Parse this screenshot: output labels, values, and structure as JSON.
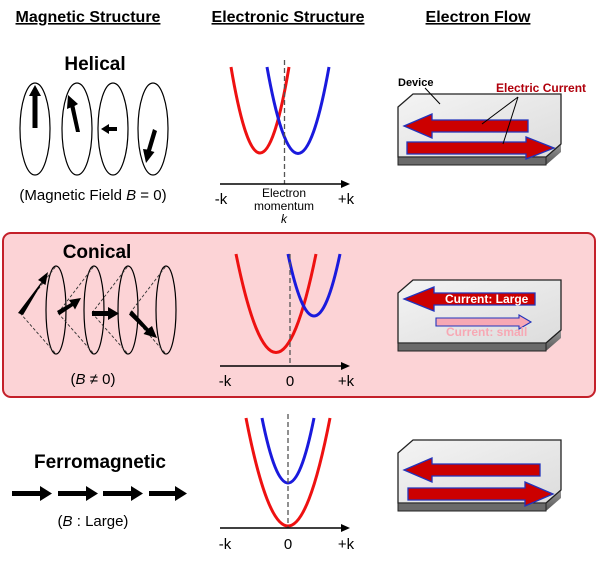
{
  "headers": {
    "magnetic": "Magnetic Structure",
    "electronic": "Electronic Structure",
    "flow": "Electron Flow"
  },
  "helical": {
    "title": "Helical",
    "caption_pre": "(Magnetic Field ",
    "caption_var": "B",
    "caption_post": " = 0)",
    "axis_neg": "-k",
    "axis_pos": "+k",
    "axis_label_1": "Electron",
    "axis_label_2": "momentum",
    "axis_label_3": "k",
    "device_label": "Device",
    "current_label": "Electric Current"
  },
  "conical": {
    "title": "Conical",
    "caption_pre": "(",
    "caption_var": "B",
    "caption_post": " ≠ 0)",
    "axis_neg": "-k",
    "axis_zero": "0",
    "axis_pos": "+k",
    "current_large": "Current: Large",
    "current_small": "Current: small"
  },
  "ferro": {
    "title": "Ferromagnetic",
    "caption_pre": "(",
    "caption_var": "B",
    "caption_post": " : Large)",
    "axis_neg": "-k",
    "axis_zero": "0",
    "axis_pos": "+k"
  },
  "colors": {
    "band_red": "#ee1111",
    "band_blue": "#1a1add",
    "arrow_red": "#cc0000",
    "arrow_blue_edge": "#2233bb",
    "arrow_pink": "#f7a8b4",
    "label_red": "#b0000c",
    "panel_bg": "#fcd3d6",
    "panel_border": "#c4202a",
    "device_top": "#f0f0f0",
    "device_side": "#777777"
  }
}
